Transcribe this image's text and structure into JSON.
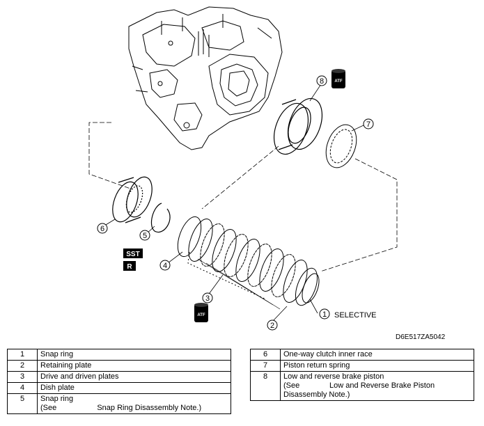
{
  "callouts": [
    "1",
    "2",
    "3",
    "4",
    "5",
    "6",
    "7",
    "8"
  ],
  "selective_label": "SELECTIVE",
  "badges": {
    "atf": "ATF",
    "sst": "SST",
    "r": "R"
  },
  "figure_id": "D6E517ZA5042",
  "parts_left": [
    {
      "num": "1",
      "name": "Snap ring"
    },
    {
      "num": "2",
      "name": "Retaining plate"
    },
    {
      "num": "3",
      "name": "Drive and driven plates"
    },
    {
      "num": "4",
      "name": "Dish plate"
    },
    {
      "num": "5",
      "name": "Snap ring",
      "note_prefix": "(See",
      "note_link": "Snap Ring Disassembly Note.)"
    }
  ],
  "parts_right": [
    {
      "num": "6",
      "name": "One-way clutch inner race"
    },
    {
      "num": "7",
      "name": "Piston return spring"
    },
    {
      "num": "8",
      "name": "Low and reverse brake piston",
      "note_prefix": "(See",
      "note_link": "Low and Reverse Brake Piston",
      "note_cont": "Disassembly Note.)"
    }
  ]
}
